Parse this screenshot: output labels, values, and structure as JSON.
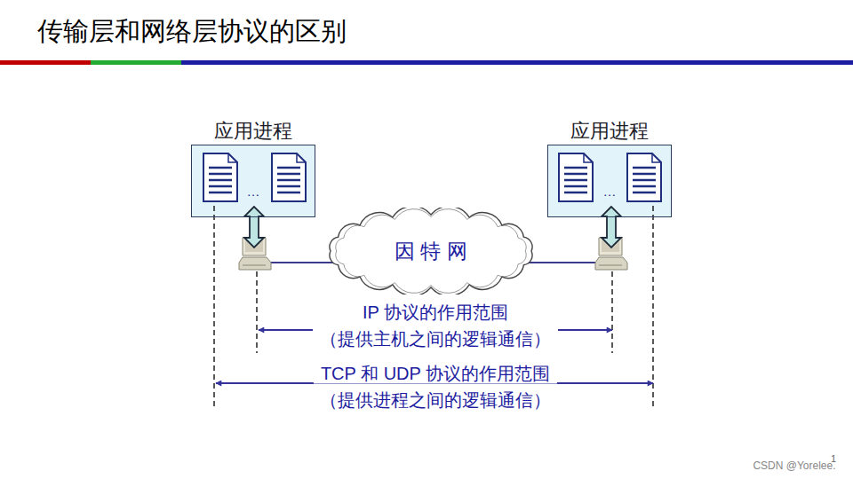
{
  "diagram": {
    "title": "传输层和网络层协议的区别",
    "nodes": [
      {
        "text": [
          "应用进程"
        ]
      },
      {
        "text": [
          "应用进程"
        ]
      },
      {
        "text": [
          "因 特 网"
        ]
      }
    ],
    "labels": [
      "…",
      "…",
      "IP 协议的作用范围",
      "（提供主机之间的逻辑通信）",
      "TCP 和 UDP 协议的作用范围",
      "（提供进程之间的逻辑通信）",
      "1",
      "CSDN @Yorelee."
    ]
  }
}
